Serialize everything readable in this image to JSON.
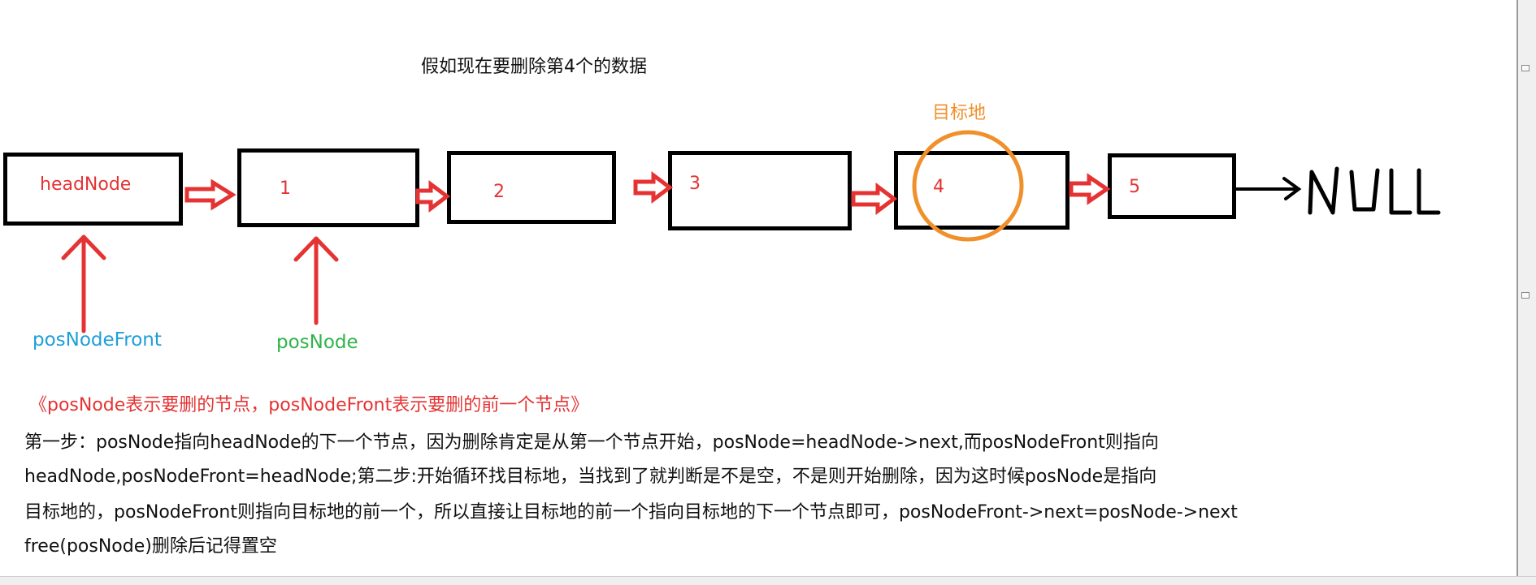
{
  "title": "假如现在要删除第4个的数据",
  "target_label": "目标地",
  "nodes": [
    {
      "label": "headNode"
    },
    {
      "label": "1"
    },
    {
      "label": "2"
    },
    {
      "label": "3"
    },
    {
      "label": "4"
    },
    {
      "label": "5"
    }
  ],
  "null_label": "NULL",
  "pointers": {
    "front": "posNodeFront",
    "node": "posNode"
  },
  "note": "《posNode表示要删的节点，posNodeFront表示要删的前一个节点》",
  "description": [
    "第一步：posNode指向headNode的下一个节点，因为删除肯定是从第一个节点开始，posNode=headNode->next,而posNodeFront则指向",
    "headNode,posNodeFront=headNode;第二步:开始循环找目标地，当找到了就判断是不是空，不是则开始删除，因为这时候posNode是指向",
    "目标地的，posNodeFront则指向目标地的前一个，所以直接让目标地的前一个指向目标地的下一个节点即可，posNodeFront->next=posNode->next",
    "free(posNode)删除后记得置空"
  ],
  "colors": {
    "node_text": "#e53333",
    "arrow_red": "#e53333",
    "target_circle": "#f0902a",
    "front_label": "#1e9ed8",
    "node_label": "#2fb34a"
  },
  "icons": [
    "null-handwritten-icon",
    "arrow-right-icon",
    "arrow-up-icon"
  ]
}
